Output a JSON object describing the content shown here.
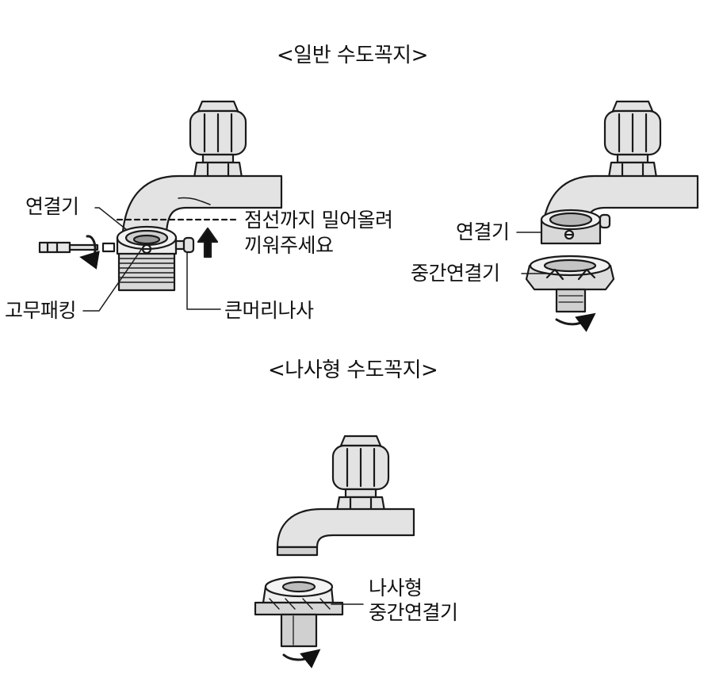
{
  "sections": {
    "regular": {
      "title": "<일반 수도꼭지>",
      "labels": {
        "connector_left": "연결기",
        "instruction_line1": "점선까지 밀어올려",
        "instruction_line2": "끼워주세요",
        "rubber_packing": "고무패킹",
        "large_screw": "큰머리나사",
        "connector_right": "연결기",
        "middle_connector": "중간연결기"
      }
    },
    "threaded": {
      "title": "<나사형 수도꼭지>",
      "labels": {
        "threaded_connector_line1": "나사형",
        "threaded_connector_line2": "중간연결기"
      }
    }
  },
  "colors": {
    "fill": "#e3e3e3",
    "stroke": "#1a1a1a",
    "background": "#ffffff"
  },
  "icons": [
    "faucet-handle-icon",
    "screwdriver-icon",
    "rotate-arrow-icon",
    "up-arrow-icon"
  ]
}
